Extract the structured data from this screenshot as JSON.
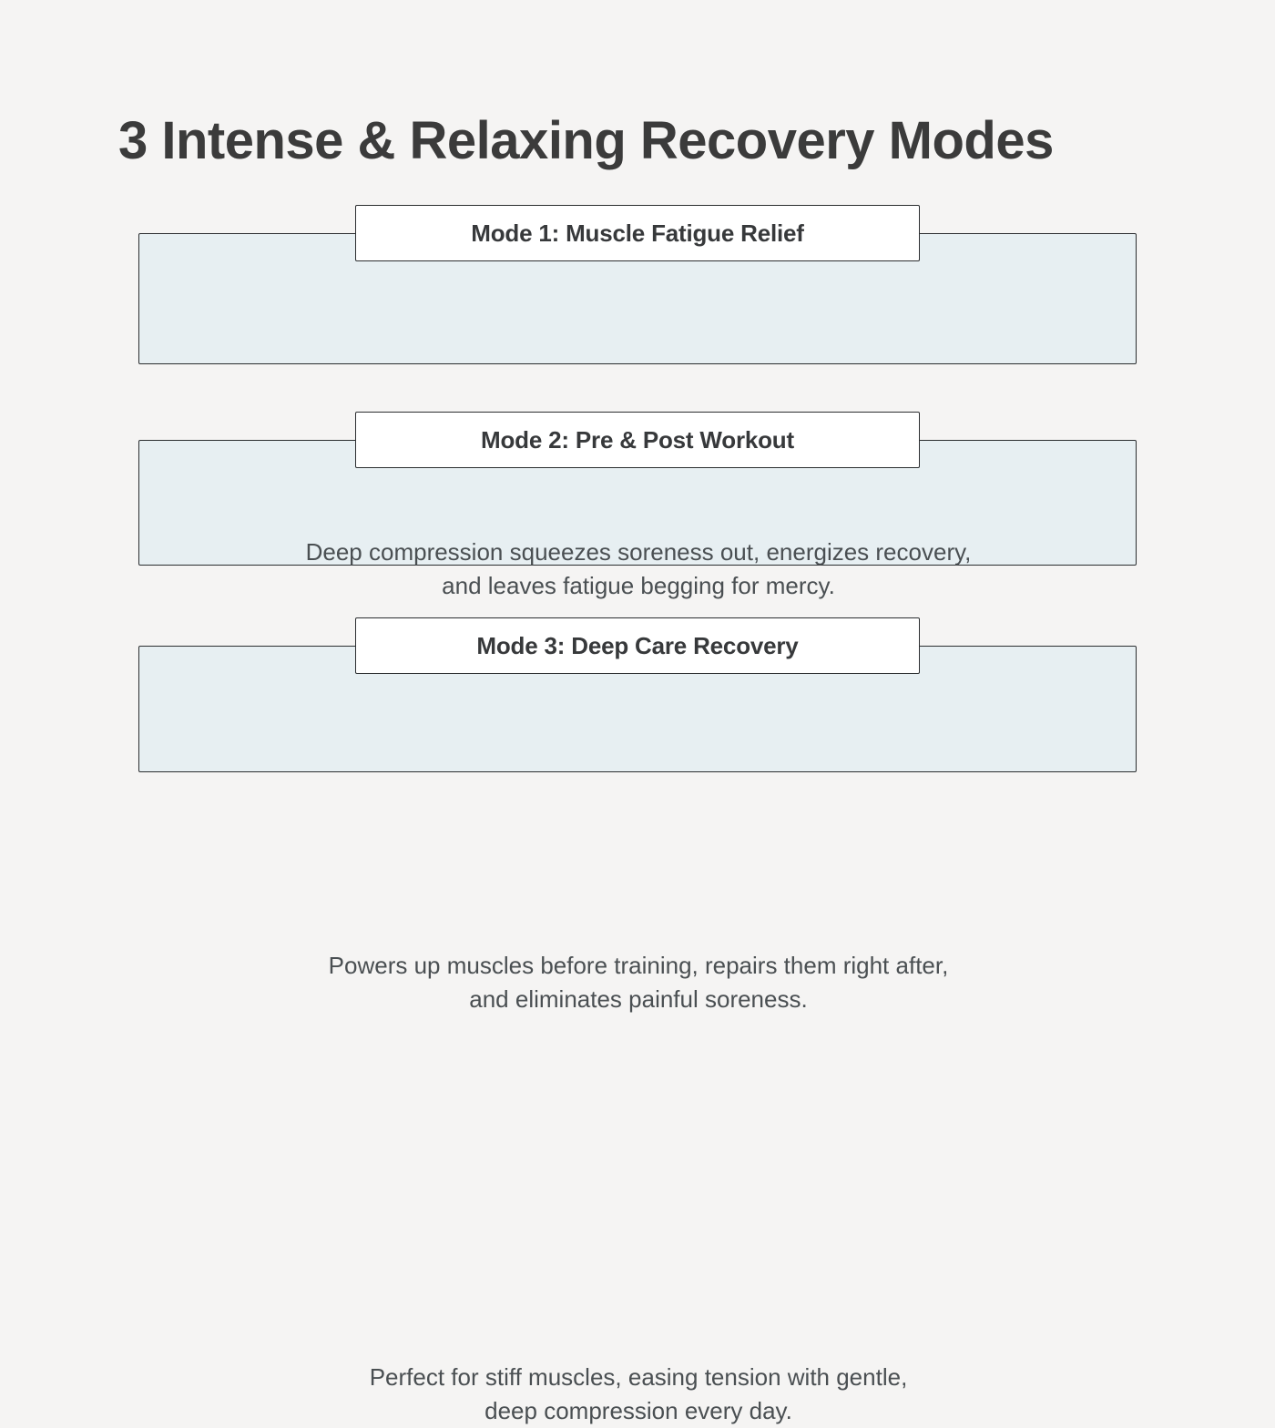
{
  "page": {
    "background_color": "#f5f4f3",
    "title": "3 Intense & Relaxing Recovery Modes",
    "title_color": "#3b3b3b"
  },
  "theme": {
    "card_fill": "#e7eff2",
    "card_border": "#2b2e30",
    "badge_fill": "#ffffff",
    "body_text_color": "#4a4f52",
    "title_text_color": "#37393b"
  },
  "modes": [
    {
      "badge": "Mode 1: Muscle Fatigue Relief",
      "line1": "Deep compression squeezes soreness out, energizes recovery,",
      "line2": "and leaves fatigue begging for mercy."
    },
    {
      "badge": "Mode 2: Pre & Post Workout",
      "line1": "Powers up muscles before training, repairs them right after,",
      "line2": "and eliminates painful soreness."
    },
    {
      "badge": "Mode 3: Deep Care Recovery",
      "line1": "Perfect for stiff muscles, easing tension with gentle,",
      "line2": "deep compression every day."
    }
  ]
}
